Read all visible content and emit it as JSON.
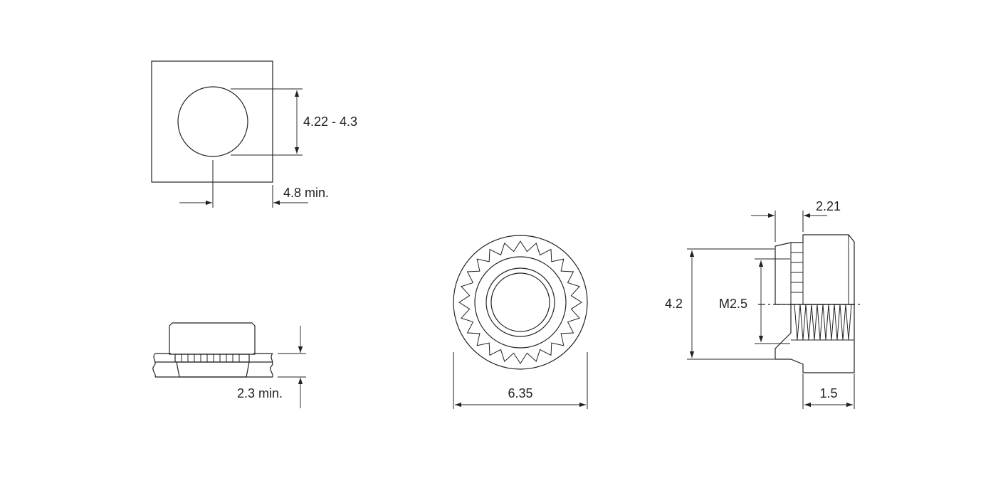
{
  "colors": {
    "line": "#222222",
    "panel_fill": "#dcdcdc",
    "background": "#ffffff"
  },
  "dimensions": {
    "hole_diameter": "4.22 - 4.3",
    "edge_distance": "4.8 min.",
    "sheet_thickness": "2.3 min.",
    "outer_diameter": "6.35",
    "height_overall": "4.2",
    "thread": "M2.5",
    "head_height": "2.21",
    "shank_length": "1.5"
  }
}
